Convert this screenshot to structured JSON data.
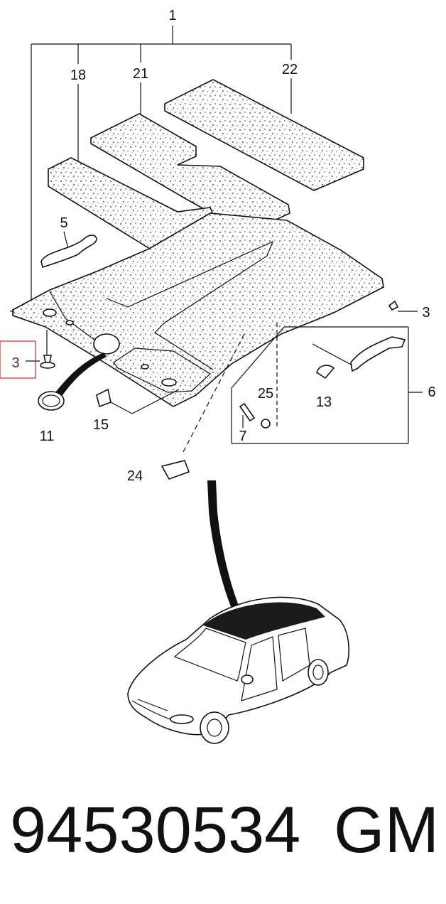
{
  "callouts": {
    "c1": "1",
    "c18": "18",
    "c21": "21",
    "c22": "22",
    "c5": "5",
    "c3_right": "3",
    "c3_left": "3",
    "c6": "6",
    "c25": "25",
    "c13": "13",
    "c7": "7",
    "c11": "11",
    "c15": "15",
    "c24": "24"
  },
  "footer": {
    "part_number": "94530534",
    "manufacturer": "GM"
  },
  "colors": {
    "ink": "#111111",
    "highlight": "#d9534f",
    "car_roof": "#1a1a1a"
  }
}
